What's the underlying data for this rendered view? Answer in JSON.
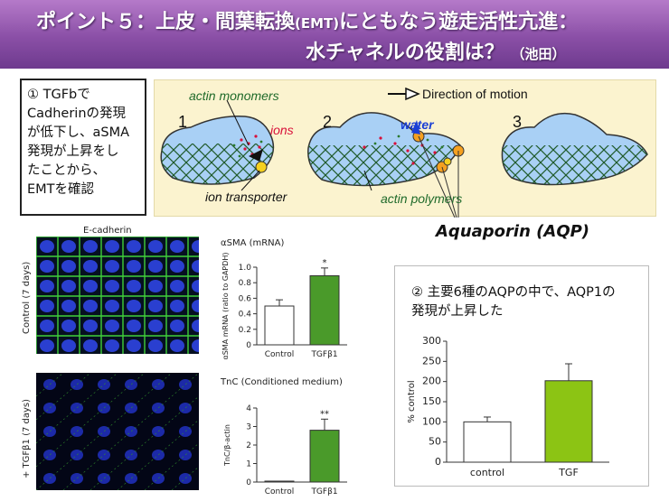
{
  "title": {
    "line1_main": "ポイント５：上皮・間葉転換",
    "line1_small": "(EMT)",
    "line1_rest": "にともなう遊走活性亢進：",
    "line2_main": "水チャネルの役割は？",
    "line2_small": "（池田）"
  },
  "note1": {
    "lines": [
      "① TGFbで",
      "Cadherinの発現",
      "が低下し、aSMA",
      "発現が上昇をし",
      "たことから、",
      "EMTを確認"
    ]
  },
  "diagram": {
    "direction_label": "Direction of motion",
    "actin_monomers": "actin monomers",
    "ions": "ions",
    "water": "water",
    "ion_transporter": "ion transporter",
    "actin_polymers": "actin polymers",
    "step1": "1",
    "step2": "2",
    "step3": "3",
    "aqp_label": "Aquaporin (AQP)"
  },
  "micrographs": {
    "top_title": "E-cadherin",
    "top_side_label": "Control (7 days)",
    "bottom_side_label": "+ TGFβ1 (7 days)"
  },
  "colors": {
    "title_bar": "#8a4fa6",
    "diagram_bg": "#fbf3cf",
    "cell_fill": "#a9d0f5",
    "tgf_bar_dark": "#4a9a2a",
    "tgf_bar_light": "#8cc414"
  },
  "chart_data": [
    {
      "type": "bar",
      "title": "αSMA (mRNA)",
      "ylabel": "αSMA mRNA (ratio to GAPDH)",
      "categories": [
        "Control",
        "TGFβ1"
      ],
      "values": [
        0.5,
        0.89
      ],
      "errors": [
        0.08,
        0.1
      ],
      "significance": [
        "",
        "*"
      ],
      "ylim": [
        0,
        1.0
      ],
      "yticks": [
        "0",
        "0.2",
        "0.4",
        "0.6",
        "0.8",
        "1.0"
      ],
      "tick_values": [
        0,
        0.2,
        0.4,
        0.6,
        0.8,
        1.0
      ]
    },
    {
      "type": "bar",
      "title": "TnC (Conditioned medium)",
      "ylabel": "TnC/β-actin",
      "categories": [
        "Control",
        "TGFβ1"
      ],
      "values": [
        0.05,
        2.8
      ],
      "errors": [
        0,
        0.6
      ],
      "significance": [
        "",
        "**"
      ],
      "ylim": [
        0,
        4
      ],
      "yticks": [
        "0",
        "1",
        "2",
        "3",
        "4"
      ],
      "tick_values": [
        0,
        1,
        2,
        3,
        4
      ]
    },
    {
      "type": "bar",
      "title": "",
      "note": "② 主要6種のAQPの中で、AQP1の発現が上昇した",
      "ylabel": "% control",
      "categories": [
        "control",
        "TGF"
      ],
      "values": [
        100,
        202
      ],
      "errors": [
        12,
        42
      ],
      "ylim": [
        0,
        300
      ],
      "yticks": [
        "0",
        "50",
        "100",
        "150",
        "200",
        "250",
        "300"
      ],
      "tick_values": [
        0,
        50,
        100,
        150,
        200,
        250,
        300
      ]
    }
  ]
}
